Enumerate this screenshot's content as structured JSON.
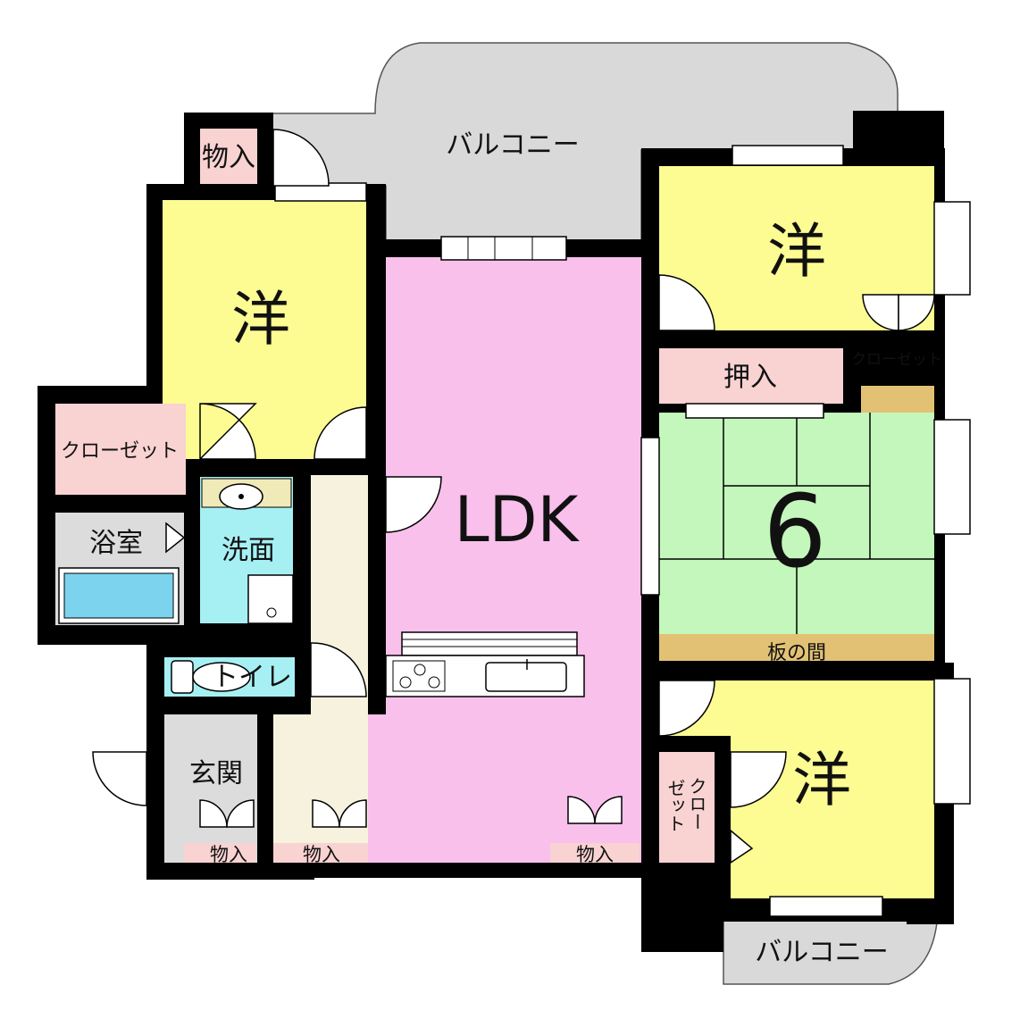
{
  "colors": {
    "balcony": "#d9d9d9",
    "western_room": "#fcfc92",
    "ldk": "#f9c0ec",
    "storage": "#f9d2d2",
    "tatami": "#c3f7bb",
    "wood_floor": "#e3c174",
    "sanitary": "#a6f0f4",
    "bath_tile": "#dcdcdc",
    "corridor": "#f7f2dd",
    "wall": "#000000"
  },
  "icons": [
    "washbasin-icon",
    "bathtub-icon",
    "toilet-icon",
    "kitchen-sink-icon",
    "stove-icon"
  ],
  "rooms": {
    "balcony_north": "バルコニー",
    "balcony_south": "バルコニー",
    "storage_top_left": "物入",
    "western_left": "洋",
    "western_top_right": "洋",
    "western_bottom_right": "洋",
    "ldk": "LDK",
    "closet_left": "クローゼット",
    "closet_top_right": "クローゼット",
    "oshiire": "押入",
    "tatami": "6",
    "itanoma": "板の間",
    "bath": "浴室",
    "washroom": "洗面",
    "toilet": "トイレ",
    "entrance": "玄関",
    "storage_entrance": "物入",
    "storage_corridor": "物入",
    "storage_ldk": "物入",
    "closet_bottom_right_line1": "クロー",
    "closet_bottom_right_line2": "ゼット"
  }
}
